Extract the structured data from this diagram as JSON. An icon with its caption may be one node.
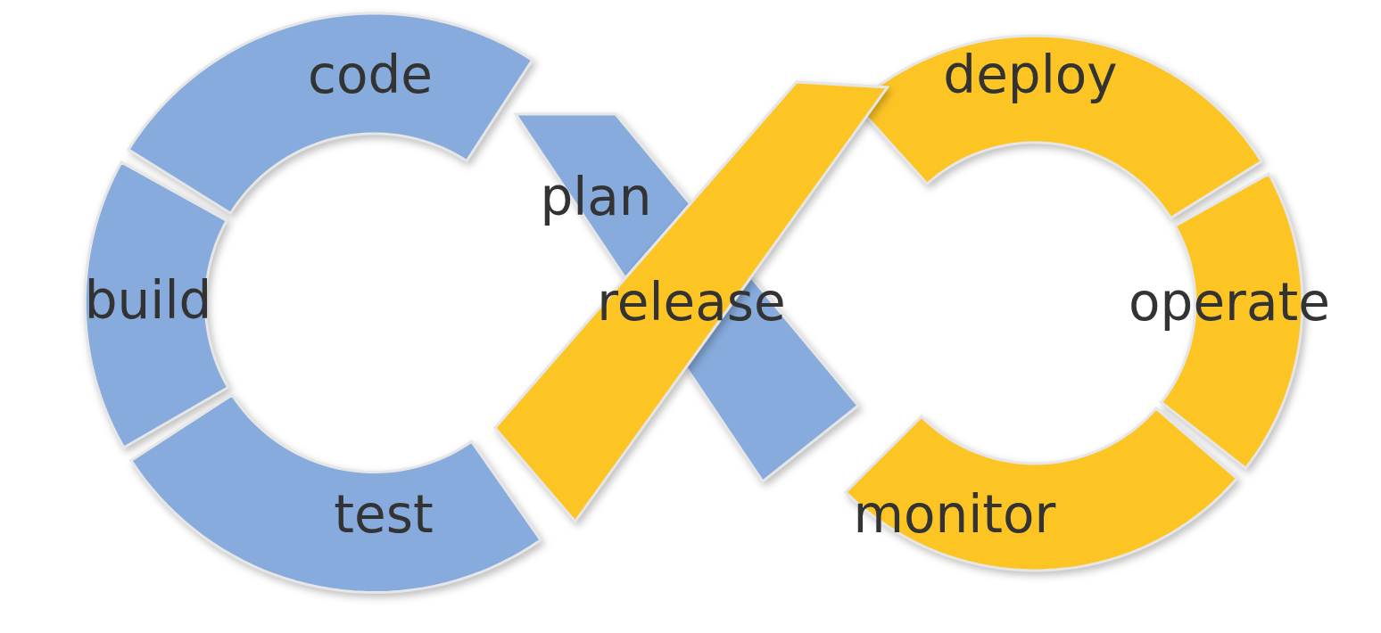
{
  "diagram": {
    "nodes": [
      {
        "text": [
          "code"
        ]
      },
      {
        "text": [
          "build"
        ]
      },
      {
        "text": [
          "test"
        ]
      },
      {
        "text": [
          "plan"
        ]
      },
      {
        "text": [
          "release"
        ]
      },
      {
        "text": [
          "deploy"
        ]
      },
      {
        "text": [
          "operate"
        ]
      },
      {
        "text": [
          "monitor"
        ]
      }
    ]
  }
}
